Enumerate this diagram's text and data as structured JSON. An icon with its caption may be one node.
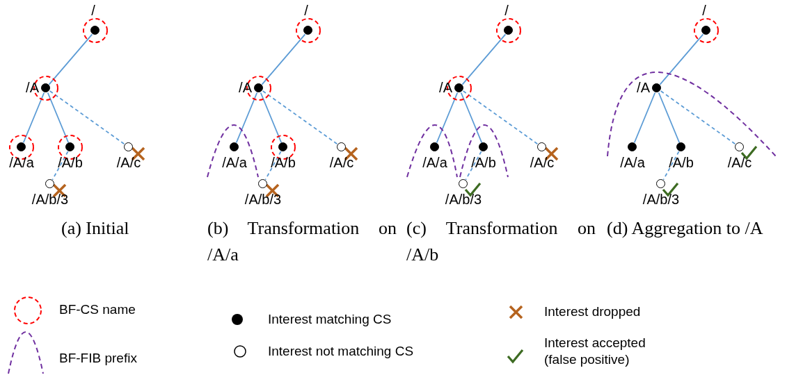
{
  "diagram": {
    "nodes": [
      {
        "text": [],
        "shape": "dot",
        "beside": [
          "/"
        ]
      },
      {
        "text": [],
        "shape": "dot",
        "beside": [
          "/A"
        ]
      },
      {
        "text": [],
        "shape": "dot",
        "beside": [
          "/A/a"
        ]
      },
      {
        "text": [],
        "shape": "dot",
        "beside": [
          "/A/b"
        ]
      },
      {
        "text": [],
        "shape": "circle",
        "beside": [
          "/A/c"
        ]
      },
      {
        "text": [],
        "shape": "circle",
        "beside": [
          "/A/b/3"
        ]
      },
      {
        "text": [],
        "shape": "dot",
        "beside": [
          "/"
        ]
      },
      {
        "text": [],
        "shape": "dot",
        "beside": [
          "/A"
        ]
      },
      {
        "text": [],
        "shape": "dot",
        "beside": [
          "/A/a"
        ]
      },
      {
        "text": [],
        "shape": "dot",
        "beside": [
          "/A/b"
        ]
      },
      {
        "text": [],
        "shape": "circle",
        "beside": [
          "/A/c"
        ]
      },
      {
        "text": [],
        "shape": "circle",
        "beside": [
          "/A/b/3"
        ]
      },
      {
        "text": [],
        "shape": "dot",
        "beside": [
          "/"
        ]
      },
      {
        "text": [],
        "shape": "dot",
        "beside": [
          "/A"
        ]
      },
      {
        "text": [],
        "shape": "dot",
        "beside": [
          "/A/a"
        ]
      },
      {
        "text": [],
        "shape": "dot",
        "beside": [
          "/A/b"
        ]
      },
      {
        "text": [],
        "shape": "circle",
        "beside": [
          "/A/c"
        ]
      },
      {
        "text": [],
        "shape": "circle",
        "beside": [
          "/A/b/3"
        ]
      },
      {
        "text": [],
        "shape": "dot",
        "beside": [
          "/"
        ]
      },
      {
        "text": [],
        "shape": "dot",
        "beside": [
          "/A"
        ]
      },
      {
        "text": [],
        "shape": "dot",
        "beside": [
          "/A/a"
        ]
      },
      {
        "text": [],
        "shape": "dot",
        "beside": [
          "/A/b"
        ]
      },
      {
        "text": [],
        "shape": "circle",
        "beside": [
          "/A/c"
        ]
      },
      {
        "text": [],
        "shape": "circle",
        "beside": [
          "/A/b/3"
        ]
      }
    ],
    "edges": [
      {
        "from": 0,
        "to": 1,
        "arrow": "none"
      },
      {
        "from": 1,
        "to": 2,
        "arrow": "none"
      },
      {
        "from": 1,
        "to": 3,
        "arrow": "none"
      },
      {
        "from": 1,
        "to": 4,
        "arrow": "none",
        "style": "dashed"
      },
      {
        "from": 3,
        "to": 5,
        "arrow": "none",
        "style": "dashed"
      },
      {
        "from": 6,
        "to": 7,
        "arrow": "none"
      },
      {
        "from": 7,
        "to": 8,
        "arrow": "none"
      },
      {
        "from": 7,
        "to": 9,
        "arrow": "none"
      },
      {
        "from": 7,
        "to": 10,
        "arrow": "none",
        "style": "dashed"
      },
      {
        "from": 9,
        "to": 11,
        "arrow": "none",
        "style": "dashed"
      },
      {
        "from": 12,
        "to": 13,
        "arrow": "none"
      },
      {
        "from": 13,
        "to": 14,
        "arrow": "none"
      },
      {
        "from": 13,
        "to": 15,
        "arrow": "none"
      },
      {
        "from": 13,
        "to": 16,
        "arrow": "none",
        "style": "dashed"
      },
      {
        "from": 15,
        "to": 17,
        "arrow": "none",
        "style": "dashed"
      },
      {
        "from": 18,
        "to": 19,
        "arrow": "none"
      },
      {
        "from": 19,
        "to": 20,
        "arrow": "none"
      },
      {
        "from": 19,
        "to": 21,
        "arrow": "none"
      },
      {
        "from": 19,
        "to": 22,
        "arrow": "none",
        "style": "dashed"
      },
      {
        "from": 21,
        "to": 23,
        "arrow": "none",
        "style": "dashed"
      }
    ],
    "labels": [
      "(a) Initial",
      "(b) Transformation on /A/a",
      "(c) Transformation on /A/b",
      "(d) Aggregation to /A"
    ],
    "legend": [
      {
        "text": "BF-CS name"
      },
      {
        "text": "Interest matching CS"
      },
      {
        "text": "Interest dropped"
      },
      {
        "text": "BF-FIB prefix"
      },
      {
        "text": "Interest not matching CS"
      },
      {
        "text": "Interest accepted (false positive)"
      }
    ]
  }
}
